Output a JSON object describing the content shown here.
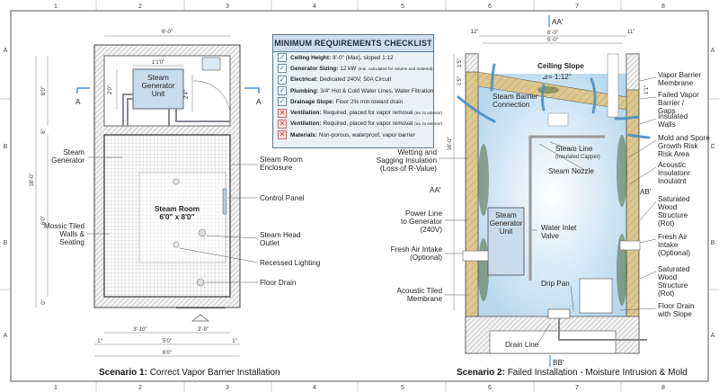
{
  "grid": {
    "columns": [
      "1",
      "2",
      "3",
      "4",
      "5",
      "6",
      "7",
      "8"
    ],
    "rows_left": [
      "A",
      "B",
      "B",
      "A"
    ],
    "rows_right": [
      "A",
      "C",
      "B",
      "A"
    ]
  },
  "scenario1": {
    "caption_bold": "Scenario 1:",
    "caption": "Correct Vapor Barrier Installation",
    "section_marker": "A",
    "dims": {
      "top_width": "6'-0\"",
      "unit_width": "1'1'0\"",
      "unit_height": "2'0\"",
      "door_height": "2'4\"",
      "upper": "6'0\"",
      "gap": "6\"",
      "total": "18'-0\"",
      "lower": "6'0\"",
      "base": "0\"",
      "bottom_left": "3'-10\"",
      "bottom_right": "3'-9\"",
      "inner": "5'0\"",
      "outer": "6'0\"",
      "side_left": "1\"",
      "side_right": "1\""
    },
    "generator_unit": "Steam Generator Unit",
    "room_label": "Steam Room",
    "room_size": "6'0\" x 8'0\"",
    "labels": {
      "steam_generator": "Steam Generator",
      "mosaic": "Mossic Tiled Walls & Seating",
      "enclosure": "Steam Room Enclosure",
      "control_panel": "Control Panel",
      "steam_head": "Steam Head Outlet",
      "recessed": "Recessed Lighting",
      "floor_drain": "Floor Drain"
    }
  },
  "checklist": {
    "title": "MINIMUM REQUIREMENTS CHECKLIST",
    "items": [
      {
        "status": "check",
        "key": "Ceiling Height:",
        "text": "8'-0\" (Max), sloped 1:12",
        "note": ""
      },
      {
        "status": "check",
        "key": "Generator Sizing:",
        "text": "12 kW",
        "note": "(min, calculated for volume and material)"
      },
      {
        "status": "check",
        "key": "Electrical:",
        "text": "Dedicated 240V; 50A Circuit",
        "note": ""
      },
      {
        "status": "check",
        "key": "Plumbing:",
        "text": "3/4\" Hot & Cold Water Lines, Water Filtration",
        "note": ""
      },
      {
        "status": "check",
        "key": "Drainage Slope:",
        "text": "Floor 2% min toward drain",
        "note": ""
      },
      {
        "status": "fail",
        "key": "Ventilation:",
        "text": "Required, placed for vapor removal",
        "note": "(ex. to exterior)"
      },
      {
        "status": "fail",
        "key": "Ventilation:",
        "text": "Required, placed for vapor removal",
        "note": "(ex. to exterior)"
      },
      {
        "status": "fail",
        "key": "Materials:",
        "text": "Non-porous, waterproof, vapor barrier",
        "note": ""
      }
    ],
    "check_glyph": "✓",
    "fail_glyph": "✕"
  },
  "scenario2": {
    "caption_bold": "Scenario 2:",
    "caption": "Failed Installation - Moisture Intrusion & Mold",
    "markers": {
      "top": "AA'",
      "left": "AA'",
      "right": "AB'",
      "bottom": "BB'"
    },
    "dims": {
      "left": "12\"",
      "top1": "6'-0\"",
      "top2": "5'-0\"",
      "right": "11\"",
      "h1": "1'5\"",
      "h2": "1'5\"",
      "slope": "1:12\"",
      "height": "16'-0\"",
      "gap": "1'1\""
    },
    "ceiling_slope": "Ceiling Slope",
    "slope_value": "⊿= 1:12\"",
    "generator_unit": "Steam Generator Unit",
    "labels_left": {
      "wetting": "Wetting and Sagging Insulation (Loss of R-Value)",
      "power": "Power Line to Generator (240V)",
      "fresh_air": "Fresh Air Intake (Optional)",
      "acoustic": "Acoustic Tiled Membrane"
    },
    "labels_inner": {
      "barrier_conn": "Steam Barrier Connection",
      "steam_line": "Steam Line",
      "steam_line_note": "(Insulated Capper)",
      "nozzle": "Steam Nozzle",
      "water_inlet": "Water Inlet Valve",
      "drip_pan": "Drip Pan",
      "drain_line": "Drain Line"
    },
    "labels_right": {
      "vapor_barrier": "Vapor Barrier Membrane",
      "failed_barrier": "Failed Vapor Barrier / Gaps",
      "insulated": "Insulated Walls",
      "mold": "Mold and Spore Growth Risk Risk Area",
      "acoustic": "Acoustic Insulatonr Inoulatnt",
      "sat_wood1": "Saturated Wood Structure (Rot)",
      "fresh_air": "Fresh Air Intake (Optional)",
      "sat_wood2": "Saturated Wood Structure (Rot)",
      "floor_drain": "Floor Drain with Slope"
    }
  },
  "colors": {
    "steam_blue": "#4a8fc8",
    "unit_fill": "#c9dceb",
    "insulation": "#d9c48a",
    "mold": "#4f6b3a",
    "fail_red": "#c62828",
    "check_blue": "#2a76c0"
  }
}
